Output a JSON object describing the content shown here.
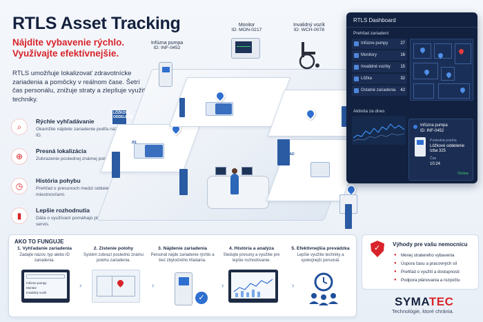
{
  "header": {
    "title": "RTLS Asset Tracking",
    "subtitle": "Nájdite vybavenie rýchlo. Využívajte efektívnejšie.",
    "intro": "RTLS umožňuje lokalizovať zdravotnícke zariadenia a pomôcky v reálnom čase. Šetrí čas personálu, znižuje straty a zlepšuje využitie techniky."
  },
  "colors": {
    "accent": "#d8232a",
    "primary": "#14213d",
    "blue": "#2f6fcf",
    "dashboard_bg": "#12213f"
  },
  "features": [
    {
      "icon": "search-icon",
      "title": "Rýchle vyhľadávanie",
      "desc": "Okamžite nájdete zariadenie podľa názvu alebo ID."
    },
    {
      "icon": "crosshair-icon",
      "title": "Presná lokalizácia",
      "desc": "Zobrazenie poslednej známej polohy na mape."
    },
    {
      "icon": "clock-icon",
      "title": "História pohybu",
      "desc": "Prehľad o presunoch medzi oddeleniami a miestnosťami."
    },
    {
      "icon": "chart-icon",
      "title": "Lepšie rozhodnutia",
      "desc": "Dáta o využívaní pomáhajú plánovať nákupy a servis."
    }
  ],
  "scene": {
    "signs": [
      "LÔŽKOVÉ ODDELENIE",
      "JIS",
      "SKLAD"
    ],
    "callouts": [
      {
        "name": "Infúzna pumpa",
        "id": "ID: INF-0452"
      },
      {
        "name": "Monitor",
        "id": "ID: MON-0217"
      },
      {
        "name": "Invalidný vozík",
        "id": "ID: WCH-0078"
      }
    ]
  },
  "dashboard": {
    "title": "RTLS Dashboard",
    "overview_title": "Prehľad zariadení",
    "items": [
      {
        "label": "Infúzne pumpy",
        "count": "27"
      },
      {
        "label": "Monitory",
        "count": "16"
      },
      {
        "label": "Invalidné vozíky",
        "count": "15"
      },
      {
        "label": "Lôžka",
        "count": "32"
      },
      {
        "label": "Ostatné zariadenia",
        "count": "42"
      }
    ],
    "activity_title": "Aktivita za dnes",
    "detail": {
      "name": "Infúzna pumpa",
      "id": "ID: INF-0452",
      "location_label": "Posledná poloha",
      "location_value": "Lôžkové oddelenie\nIzba 325",
      "time_label": "Čas",
      "time_value": "10:24",
      "status": "Online"
    }
  },
  "how": {
    "title": "AKO TO FUNGUJE",
    "steps": [
      {
        "title": "1. Vyhľadanie zariadenia",
        "desc": "Zadajte názov, typ alebo ID zariadenia."
      },
      {
        "title": "2. Zistenie polohy",
        "desc": "Systém zobrazí poslednú známu polohu zariadenia."
      },
      {
        "title": "3. Nájdenie zariadenia",
        "desc": "Personál nájde zariadenie rýchlo a bez zbytočného hľadania."
      },
      {
        "title": "4. História a analýza",
        "desc": "Sledujte presuny a využitie pre lepšie rozhodovanie."
      },
      {
        "title": "5. Efektívnejšia prevádzka",
        "desc": "Lepšie využitie techniky a spokojnejší personál."
      }
    ],
    "search_screen_items": [
      "Infúzne pumpy",
      "Monitor",
      "Invalidný vozík"
    ]
  },
  "benefits": {
    "title": "Výhody pre vašu nemocnicu",
    "items": [
      "Menej strateného vybavenia",
      "Úspora času a pracovných síl",
      "Prehľad o využití a dostupnosti",
      "Podpora plánovania a rozpočtu"
    ]
  },
  "brand": {
    "name_main": "SYMA",
    "name_accent": "TEC",
    "tagline": "Technológie, ktoré chránia."
  }
}
